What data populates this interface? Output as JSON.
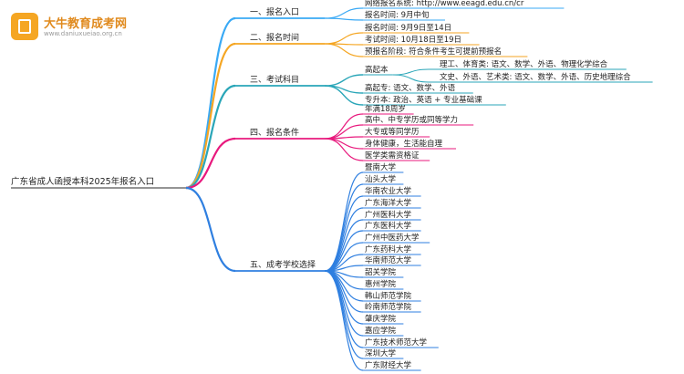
{
  "logo": {
    "name": "大牛教育成考网",
    "url": "www.daniuxueiao.org.cn"
  },
  "root": {
    "label": "广东省成人函授本科2025年报名入口"
  },
  "colors": {
    "b1": "#39a9f5",
    "b2": "#f5a623",
    "b3": "#2aa6b8",
    "b4": "#e8197d",
    "b5": "#2f7fe0",
    "root": "#555555"
  },
  "branches": [
    {
      "label": "一、报名入口",
      "color": "b1",
      "children": [
        {
          "label": "网络报名系统: http://www.eeagd.edu.cn/cr"
        },
        {
          "label": "报名时间: 9月中旬"
        }
      ]
    },
    {
      "label": "二、报名时间",
      "color": "b2",
      "children": [
        {
          "label": "报名时间: 9月9日至14日"
        },
        {
          "label": "考试时间: 10月18日至19日"
        },
        {
          "label": "预报名阶段: 符合条件考生可提前预报名"
        }
      ]
    },
    {
      "label": "三、考试科目",
      "color": "b3",
      "children": [
        {
          "label": "高起本",
          "children": [
            {
              "label": "理工、体育类: 语文、数学、外语、物理化学综合"
            },
            {
              "label": "文史、外语、艺术类: 语文、数学、外语、历史地理综合"
            }
          ]
        },
        {
          "label": "高起专: 语文、数学、外语"
        },
        {
          "label": "专升本: 政治、英语 + 专业基础课"
        }
      ]
    },
    {
      "label": "四、报名条件",
      "color": "b4",
      "children": [
        {
          "label": "年满18周岁"
        },
        {
          "label": "高中、中专学历或同等学力"
        },
        {
          "label": "大专或等同学历"
        },
        {
          "label": "身体健康，生活能自理"
        },
        {
          "label": "医学类需资格证"
        }
      ]
    },
    {
      "label": "五、成考学校选择",
      "color": "b5",
      "children": [
        {
          "label": "暨南大学"
        },
        {
          "label": "汕头大学"
        },
        {
          "label": "华南农业大学"
        },
        {
          "label": "广东海洋大学"
        },
        {
          "label": "广州医科大学"
        },
        {
          "label": "广东医科大学"
        },
        {
          "label": "广州中医药大学"
        },
        {
          "label": "广东药科大学"
        },
        {
          "label": "华南师范大学"
        },
        {
          "label": "韶关学院"
        },
        {
          "label": "惠州学院"
        },
        {
          "label": "韩山师范学院"
        },
        {
          "label": "岭南师范学院"
        },
        {
          "label": "肇庆学院"
        },
        {
          "label": "嘉应学院"
        },
        {
          "label": "广东技术师范大学"
        },
        {
          "label": "深圳大学"
        },
        {
          "label": "广东财经大学"
        }
      ]
    }
  ]
}
